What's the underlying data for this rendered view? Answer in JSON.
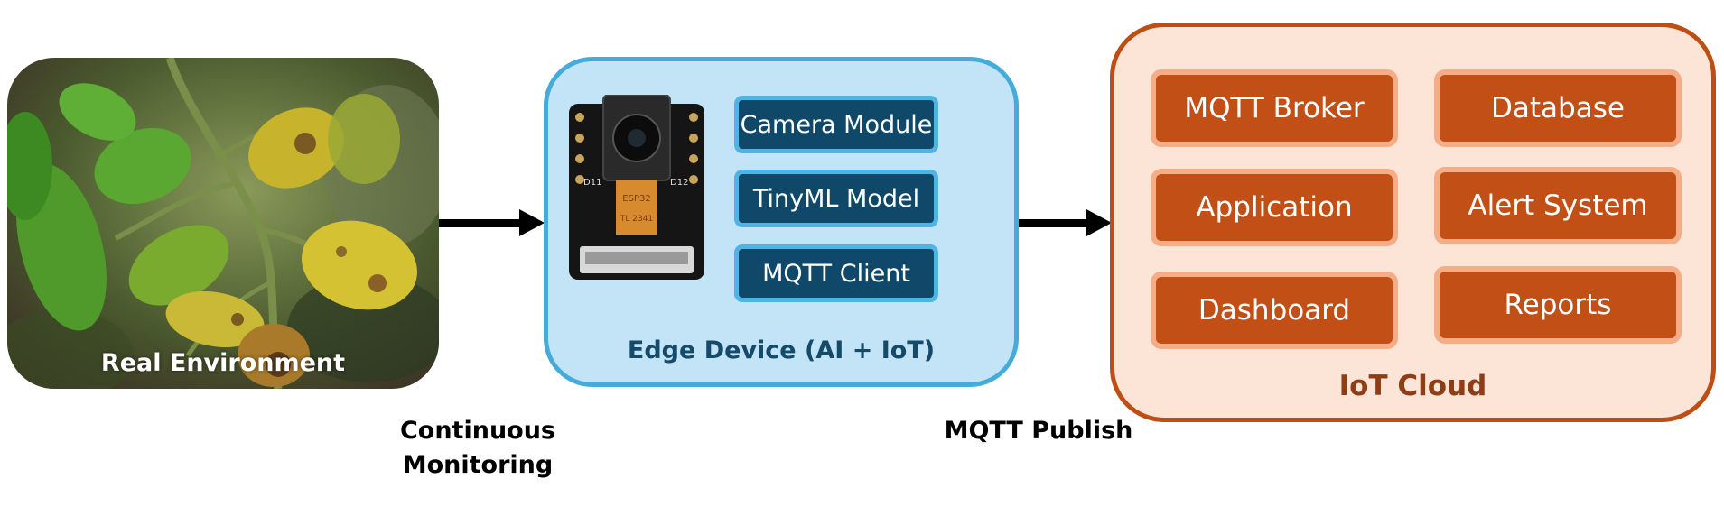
{
  "environment": {
    "label": "Real Environment"
  },
  "flows": {
    "monitoring": {
      "line1": "Continuous",
      "line2": "Monitoring"
    },
    "publish": {
      "label": "MQTT Publish"
    }
  },
  "edge_device": {
    "title": "Edge Device (AI + IoT)",
    "modules": [
      "Camera Module",
      "TinyML Model",
      "MQTT Client"
    ],
    "board_pins": {
      "left": "D11",
      "right": "D12"
    },
    "chip_text": [
      "ESP32",
      "TL 2341"
    ]
  },
  "iot_cloud": {
    "title": "IoT Cloud",
    "modules": [
      "MQTT Broker",
      "Database",
      "Application",
      "Alert System",
      "Dashboard",
      "Reports"
    ]
  },
  "colors": {
    "edge_fill": "#c2e4f6",
    "edge_border": "#45abd9",
    "edge_module": "#0f4868",
    "cloud_fill": "#fce4d7",
    "cloud_border": "#bd4e14",
    "cloud_module": "#c24f15"
  }
}
